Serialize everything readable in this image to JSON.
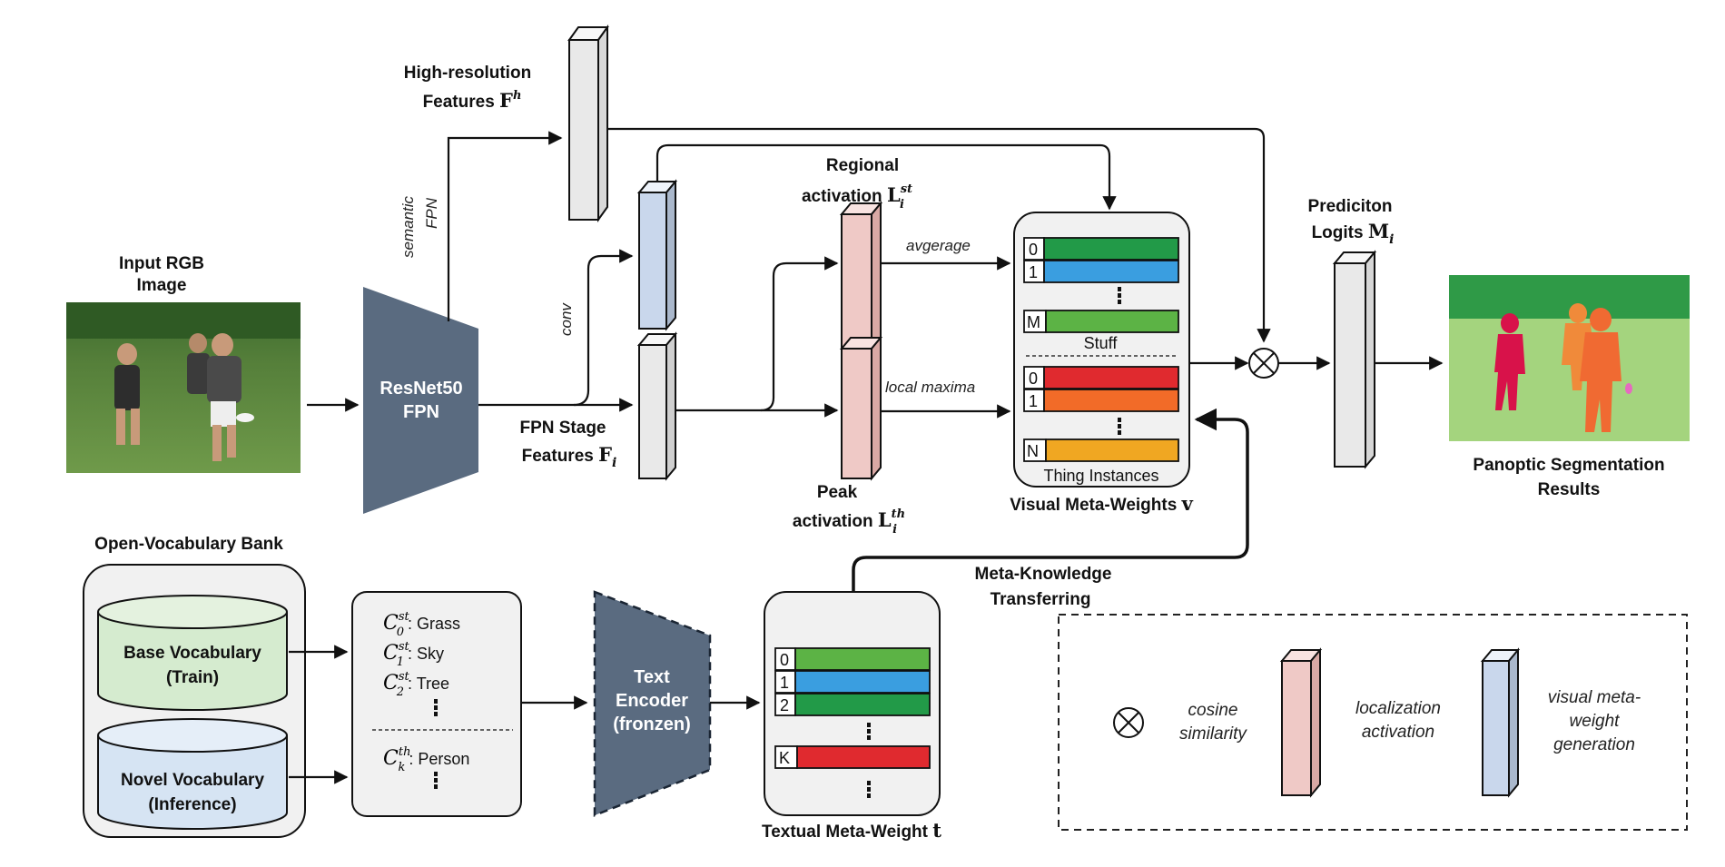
{
  "colors": {
    "backbone": "#5a6b80",
    "pink": "#efc9c6",
    "blue": "#c9d7ec",
    "gray_feat": "#e9e9e9",
    "green": "#229a48",
    "light_green": "#5cb345",
    "blue_bar": "#3a9ee0",
    "red": "#e02a2f",
    "orange": "#f26b28",
    "amber": "#f0a722",
    "base_db": "#d5ebcf",
    "novel_db": "#d6e4f3"
  },
  "input": {
    "title_line1": "Input RGB",
    "title_line2": "Image"
  },
  "backbone": {
    "line1": "ResNet50",
    "line2": "FPN"
  },
  "hires": {
    "line1": "High-resolution",
    "line2": "Features ",
    "sym": "F",
    "sup": "h"
  },
  "semantic_fpn": {
    "line1": "semantic",
    "line2": "FPN"
  },
  "conv_label": "conv",
  "fpn_stage": {
    "line1": "FPN Stage",
    "line2": "Features ",
    "sym": "F",
    "sub": "i"
  },
  "regional": {
    "line1": "Regional",
    "line2": "activation ",
    "sym": "L",
    "sub": "i",
    "sup": "st"
  },
  "peak": {
    "line1": "Peak",
    "line2": "activation ",
    "sym": "L",
    "sub": "i",
    "sup": "th"
  },
  "edge_labels": {
    "average": "avgerage",
    "local_maxima": "local maxima"
  },
  "visual_meta": {
    "stuff_rows": [
      "0",
      "1",
      "M"
    ],
    "stuff_label": "Stuff",
    "thing_rows": [
      "0",
      "1",
      "N"
    ],
    "thing_label": "Thing Instances",
    "title": "Visual Meta-Weights ",
    "title_sym": "v"
  },
  "prediction": {
    "line1": "Prediciton",
    "line2": "Logits ",
    "sym": "M",
    "sub": "i"
  },
  "result": {
    "line1": "Panoptic Segmentation",
    "line2": "Results"
  },
  "vocab_bank": {
    "title": "Open-Vocabulary Bank",
    "base_line1": "Base Vocabulary",
    "base_line2": "(Train)",
    "novel_line1": "Novel Vocabulary",
    "novel_line2": "(Inference)"
  },
  "classes": [
    {
      "sym": "C",
      "sub": "0",
      "sup": "st",
      "name": ": Grass"
    },
    {
      "sym": "C",
      "sub": "1",
      "sup": "st",
      "name": ": Sky"
    },
    {
      "sym": "C",
      "sub": "2",
      "sup": "st",
      "name": ": Tree"
    },
    {
      "sym": "C",
      "sub": "k",
      "sup": "th",
      "name": ": Person"
    }
  ],
  "text_encoder": {
    "line1": "Text",
    "line2": "Encoder",
    "line3": "(fronzen)"
  },
  "textual_meta": {
    "rows": [
      "0",
      "1",
      "2",
      "K"
    ],
    "title": "Textual Meta-Weight ",
    "title_sym": "t"
  },
  "transfer": {
    "line1": "Meta-Knowledge",
    "line2": "Transferring"
  },
  "legend": {
    "cosine_line1": "cosine",
    "cosine_line2": "similarity",
    "loc_line1": "localization",
    "loc_line2": "activation",
    "vis_line1": "visual meta-",
    "vis_line2": "weight",
    "vis_line3": "generation"
  }
}
